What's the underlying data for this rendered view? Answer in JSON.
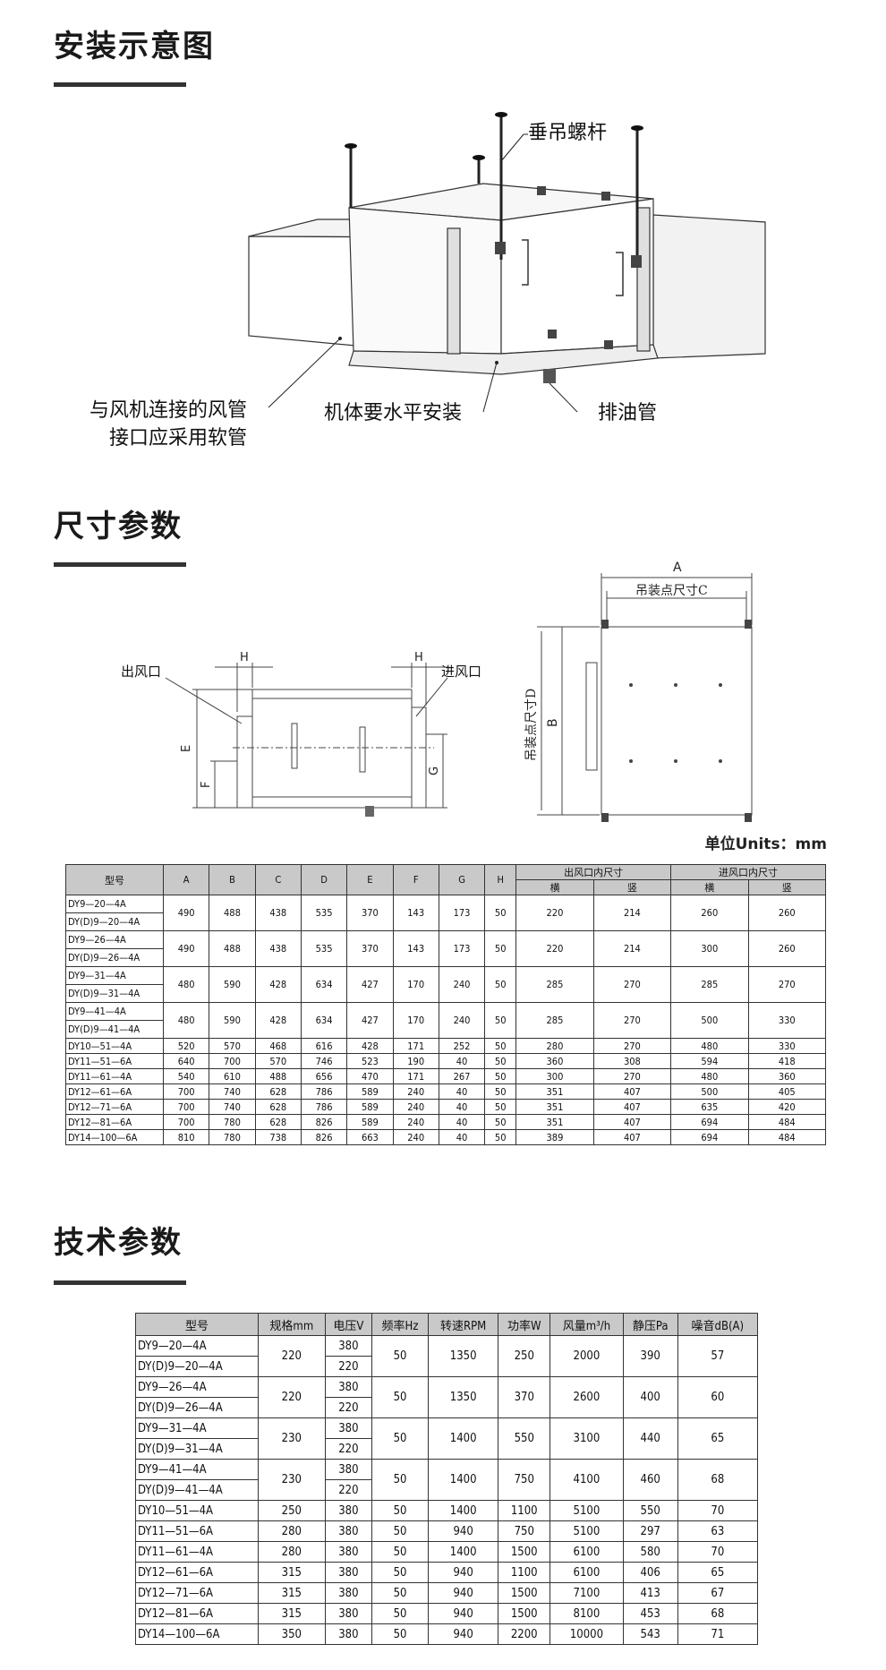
{
  "sections": {
    "install": {
      "title": "安装示意图"
    },
    "dimension": {
      "title": "尺寸参数"
    },
    "tech": {
      "title": "技术参数"
    }
  },
  "install_diagram": {
    "callouts": {
      "rod": "垂吊螺杆",
      "soft_pipe_line1": "与风机连接的风管",
      "soft_pipe_line2": "接口应采用软管",
      "level": "机体要水平安装",
      "drain": "排油管"
    }
  },
  "dimension_diagram": {
    "labels": {
      "outlet": "出风口",
      "inlet": "进风口",
      "h_left": "H",
      "h_right": "H",
      "e": "E",
      "f": "F",
      "g": "G",
      "a": "A",
      "c": "吊装点尺寸C",
      "b": "B",
      "d": "吊装点尺寸D"
    },
    "units": "单位Units：mm"
  },
  "dimension_table": {
    "headers": {
      "model": "型号",
      "cols": [
        "A",
        "B",
        "C",
        "D",
        "E",
        "F",
        "G",
        "H"
      ],
      "outlet": "出风口内尺寸",
      "inlet": "进风口内尺寸",
      "horizontal": "横",
      "vertical": "竖"
    },
    "pair_rows": [
      {
        "models": [
          "DY9—20—4A",
          "DY(D)9—20—4A"
        ],
        "values": [
          "490",
          "488",
          "438",
          "535",
          "370",
          "143",
          "173",
          "50",
          "220",
          "214",
          "260",
          "260"
        ]
      },
      {
        "models": [
          "DY9—26—4A",
          "DY(D)9—26—4A"
        ],
        "values": [
          "490",
          "488",
          "438",
          "535",
          "370",
          "143",
          "173",
          "50",
          "220",
          "214",
          "300",
          "260"
        ]
      },
      {
        "models": [
          "DY9—31—4A",
          "DY(D)9—31—4A"
        ],
        "values": [
          "480",
          "590",
          "428",
          "634",
          "427",
          "170",
          "240",
          "50",
          "285",
          "270",
          "285",
          "270"
        ]
      },
      {
        "models": [
          "DY9—41—4A",
          "DY(D)9—41—4A"
        ],
        "values": [
          "480",
          "590",
          "428",
          "634",
          "427",
          "170",
          "240",
          "50",
          "285",
          "270",
          "500",
          "330"
        ]
      }
    ],
    "single_rows": [
      {
        "model": "DY10—51—4A",
        "values": [
          "520",
          "570",
          "468",
          "616",
          "428",
          "171",
          "252",
          "50",
          "280",
          "270",
          "480",
          "330"
        ]
      },
      {
        "model": "DY11—51—6A",
        "values": [
          "640",
          "700",
          "570",
          "746",
          "523",
          "190",
          "40",
          "50",
          "360",
          "308",
          "594",
          "418"
        ]
      },
      {
        "model": "DY11—61—4A",
        "values": [
          "540",
          "610",
          "488",
          "656",
          "470",
          "171",
          "267",
          "50",
          "300",
          "270",
          "480",
          "360"
        ]
      },
      {
        "model": "DY12—61—6A",
        "values": [
          "700",
          "740",
          "628",
          "786",
          "589",
          "240",
          "40",
          "50",
          "351",
          "407",
          "500",
          "405"
        ]
      },
      {
        "model": "DY12—71—6A",
        "values": [
          "700",
          "740",
          "628",
          "786",
          "589",
          "240",
          "40",
          "50",
          "351",
          "407",
          "635",
          "420"
        ]
      },
      {
        "model": "DY12—81—6A",
        "values": [
          "700",
          "780",
          "628",
          "826",
          "589",
          "240",
          "40",
          "50",
          "351",
          "407",
          "694",
          "484"
        ]
      },
      {
        "model": "DY14—100—6A",
        "values": [
          "810",
          "780",
          "738",
          "826",
          "663",
          "240",
          "40",
          "50",
          "389",
          "407",
          "694",
          "484"
        ]
      }
    ]
  },
  "tech_table": {
    "headers": [
      "型号",
      "规格mm",
      "电压V",
      "频率Hz",
      "转速RPM",
      "功率W",
      "风量m³/h",
      "静压Pa",
      "噪音dB(A)"
    ],
    "pair_rows": [
      {
        "models": [
          "DY9—20—4A",
          "DY(D)9—20—4A"
        ],
        "spec": "220",
        "voltages": [
          "380",
          "220"
        ],
        "freq": "50",
        "rpm": "1350",
        "power": "250",
        "air": "2000",
        "pressure": "390",
        "noise": "57"
      },
      {
        "models": [
          "DY9—26—4A",
          "DY(D)9—26—4A"
        ],
        "spec": "220",
        "voltages": [
          "380",
          "220"
        ],
        "freq": "50",
        "rpm": "1350",
        "power": "370",
        "air": "2600",
        "pressure": "400",
        "noise": "60"
      },
      {
        "models": [
          "DY9—31—4A",
          "DY(D)9—31—4A"
        ],
        "spec": "230",
        "voltages": [
          "380",
          "220"
        ],
        "freq": "50",
        "rpm": "1400",
        "power": "550",
        "air": "3100",
        "pressure": "440",
        "noise": "65"
      },
      {
        "models": [
          "DY9—41—4A",
          "DY(D)9—41—4A"
        ],
        "spec": "230",
        "voltages": [
          "380",
          "220"
        ],
        "freq": "50",
        "rpm": "1400",
        "power": "750",
        "air": "4100",
        "pressure": "460",
        "noise": "68"
      }
    ],
    "single_rows": [
      {
        "model": "DY10—51—4A",
        "values": [
          "250",
          "380",
          "50",
          "1400",
          "1100",
          "5100",
          "550",
          "70"
        ]
      },
      {
        "model": "DY11—51—6A",
        "values": [
          "280",
          "380",
          "50",
          "940",
          "750",
          "5100",
          "297",
          "63"
        ]
      },
      {
        "model": "DY11—61—4A",
        "values": [
          "280",
          "380",
          "50",
          "1400",
          "1500",
          "6100",
          "580",
          "70"
        ]
      },
      {
        "model": "DY12—61—6A",
        "values": [
          "315",
          "380",
          "50",
          "940",
          "1100",
          "6100",
          "406",
          "65"
        ]
      },
      {
        "model": "DY12—71—6A",
        "values": [
          "315",
          "380",
          "50",
          "940",
          "1500",
          "7100",
          "413",
          "67"
        ]
      },
      {
        "model": "DY12—81—6A",
        "values": [
          "315",
          "380",
          "50",
          "940",
          "1500",
          "8100",
          "453",
          "68"
        ]
      },
      {
        "model": "DY14—100—6A",
        "values": [
          "350",
          "380",
          "50",
          "940",
          "2200",
          "10000",
          "543",
          "71"
        ]
      }
    ]
  }
}
